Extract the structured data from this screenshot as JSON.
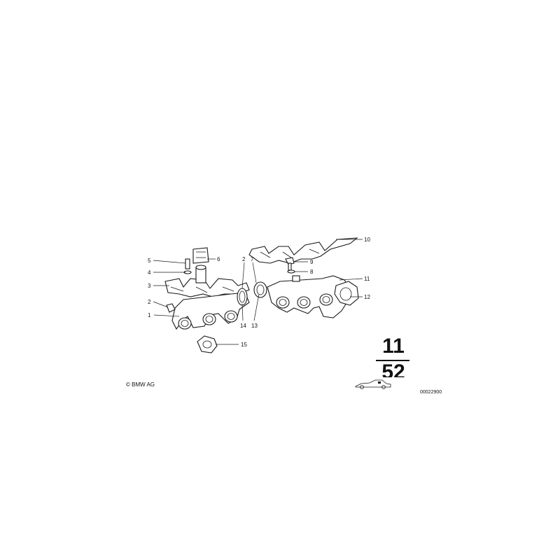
{
  "callouts": [
    "1",
    "2",
    "3",
    "4",
    "5",
    "6",
    "2",
    "7",
    "8",
    "9",
    "10",
    "11",
    "12",
    "13",
    "14",
    "15"
  ],
  "group": {
    "top": "11",
    "bottom": "52"
  },
  "copyright": "© BMW AG",
  "catalog_number": "00022900",
  "icon": "car-silhouette-icon"
}
